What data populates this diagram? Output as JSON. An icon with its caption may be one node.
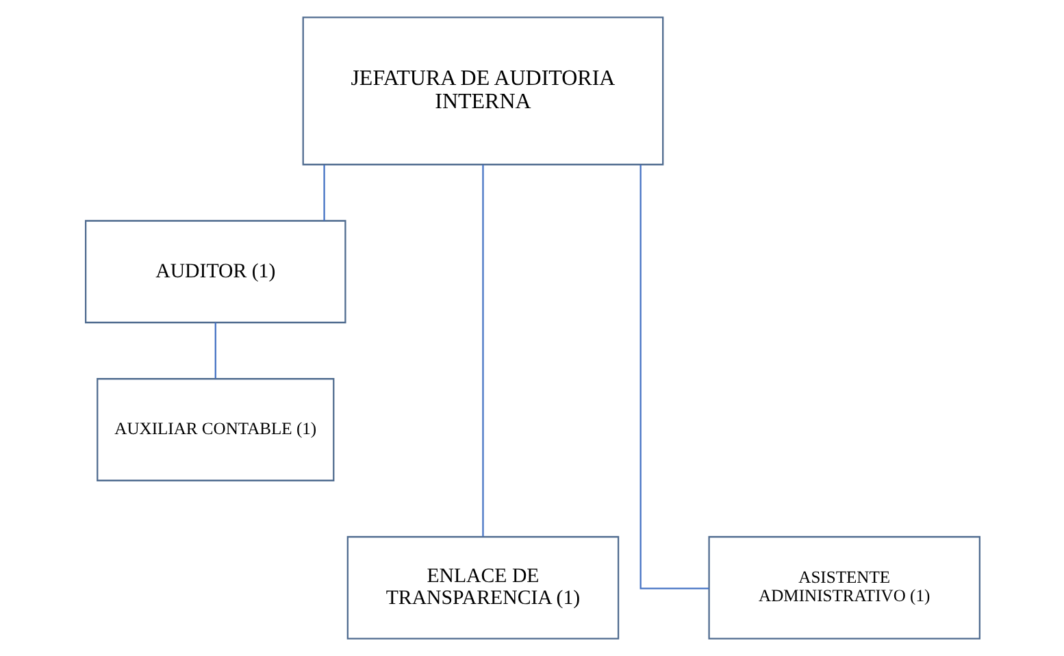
{
  "diagram": {
    "nodes": [
      {
        "text": [
          "JEFATURA DE AUDITORIA INTERNA"
        ]
      },
      {
        "text": [
          "AUDITOR (1)"
        ]
      },
      {
        "text": [
          "AUXILIAR CONTABLE (1)"
        ]
      },
      {
        "text": [
          "ENLACE DE TRANSPARENCIA (1)"
        ]
      },
      {
        "text": [
          "ASISTENTE ADMINISTRATIVO (1)"
        ]
      }
    ],
    "edges": [
      {
        "from": 0,
        "to": 1,
        "arrow": "none"
      },
      {
        "from": 1,
        "to": 2,
        "arrow": "none"
      },
      {
        "from": 0,
        "to": 3,
        "arrow": "none"
      },
      {
        "from": 0,
        "to": 4,
        "arrow": "none"
      }
    ]
  }
}
